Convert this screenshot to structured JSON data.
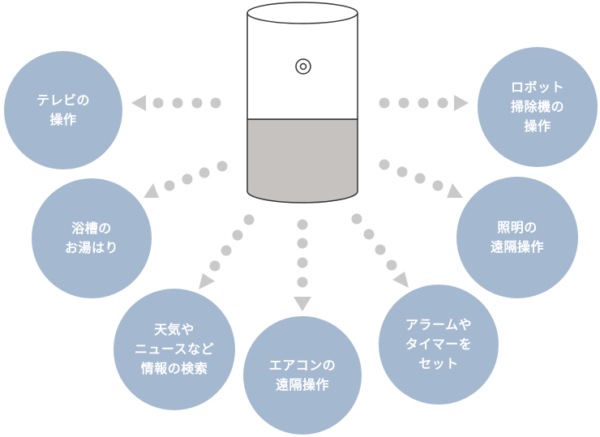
{
  "colors": {
    "bubble": "#a4b8d0",
    "dot": "#c9c9c9",
    "speaker_top": "#ffffff",
    "speaker_bottom": "#c6c2bf",
    "outline": "#333333"
  },
  "device": {
    "name": "smart-speaker",
    "icon": "ring-button-icon"
  },
  "nodes": [
    {
      "id": "tv",
      "lines": [
        "テレビの",
        "操作"
      ]
    },
    {
      "id": "bath",
      "lines": [
        "浴槽の",
        "お湯はり"
      ]
    },
    {
      "id": "weather",
      "lines": [
        "天気や",
        "ニュースなど",
        "情報の検索"
      ]
    },
    {
      "id": "aircon",
      "lines": [
        "エアコンの",
        "遠隔操作"
      ]
    },
    {
      "id": "alarm",
      "lines": [
        "アラームや",
        "タイマーを",
        "セット"
      ]
    },
    {
      "id": "lighting",
      "lines": [
        "照明の",
        "遠隔操作"
      ]
    },
    {
      "id": "robot",
      "lines": [
        "ロボット",
        "掃除機の",
        "操作"
      ]
    }
  ]
}
